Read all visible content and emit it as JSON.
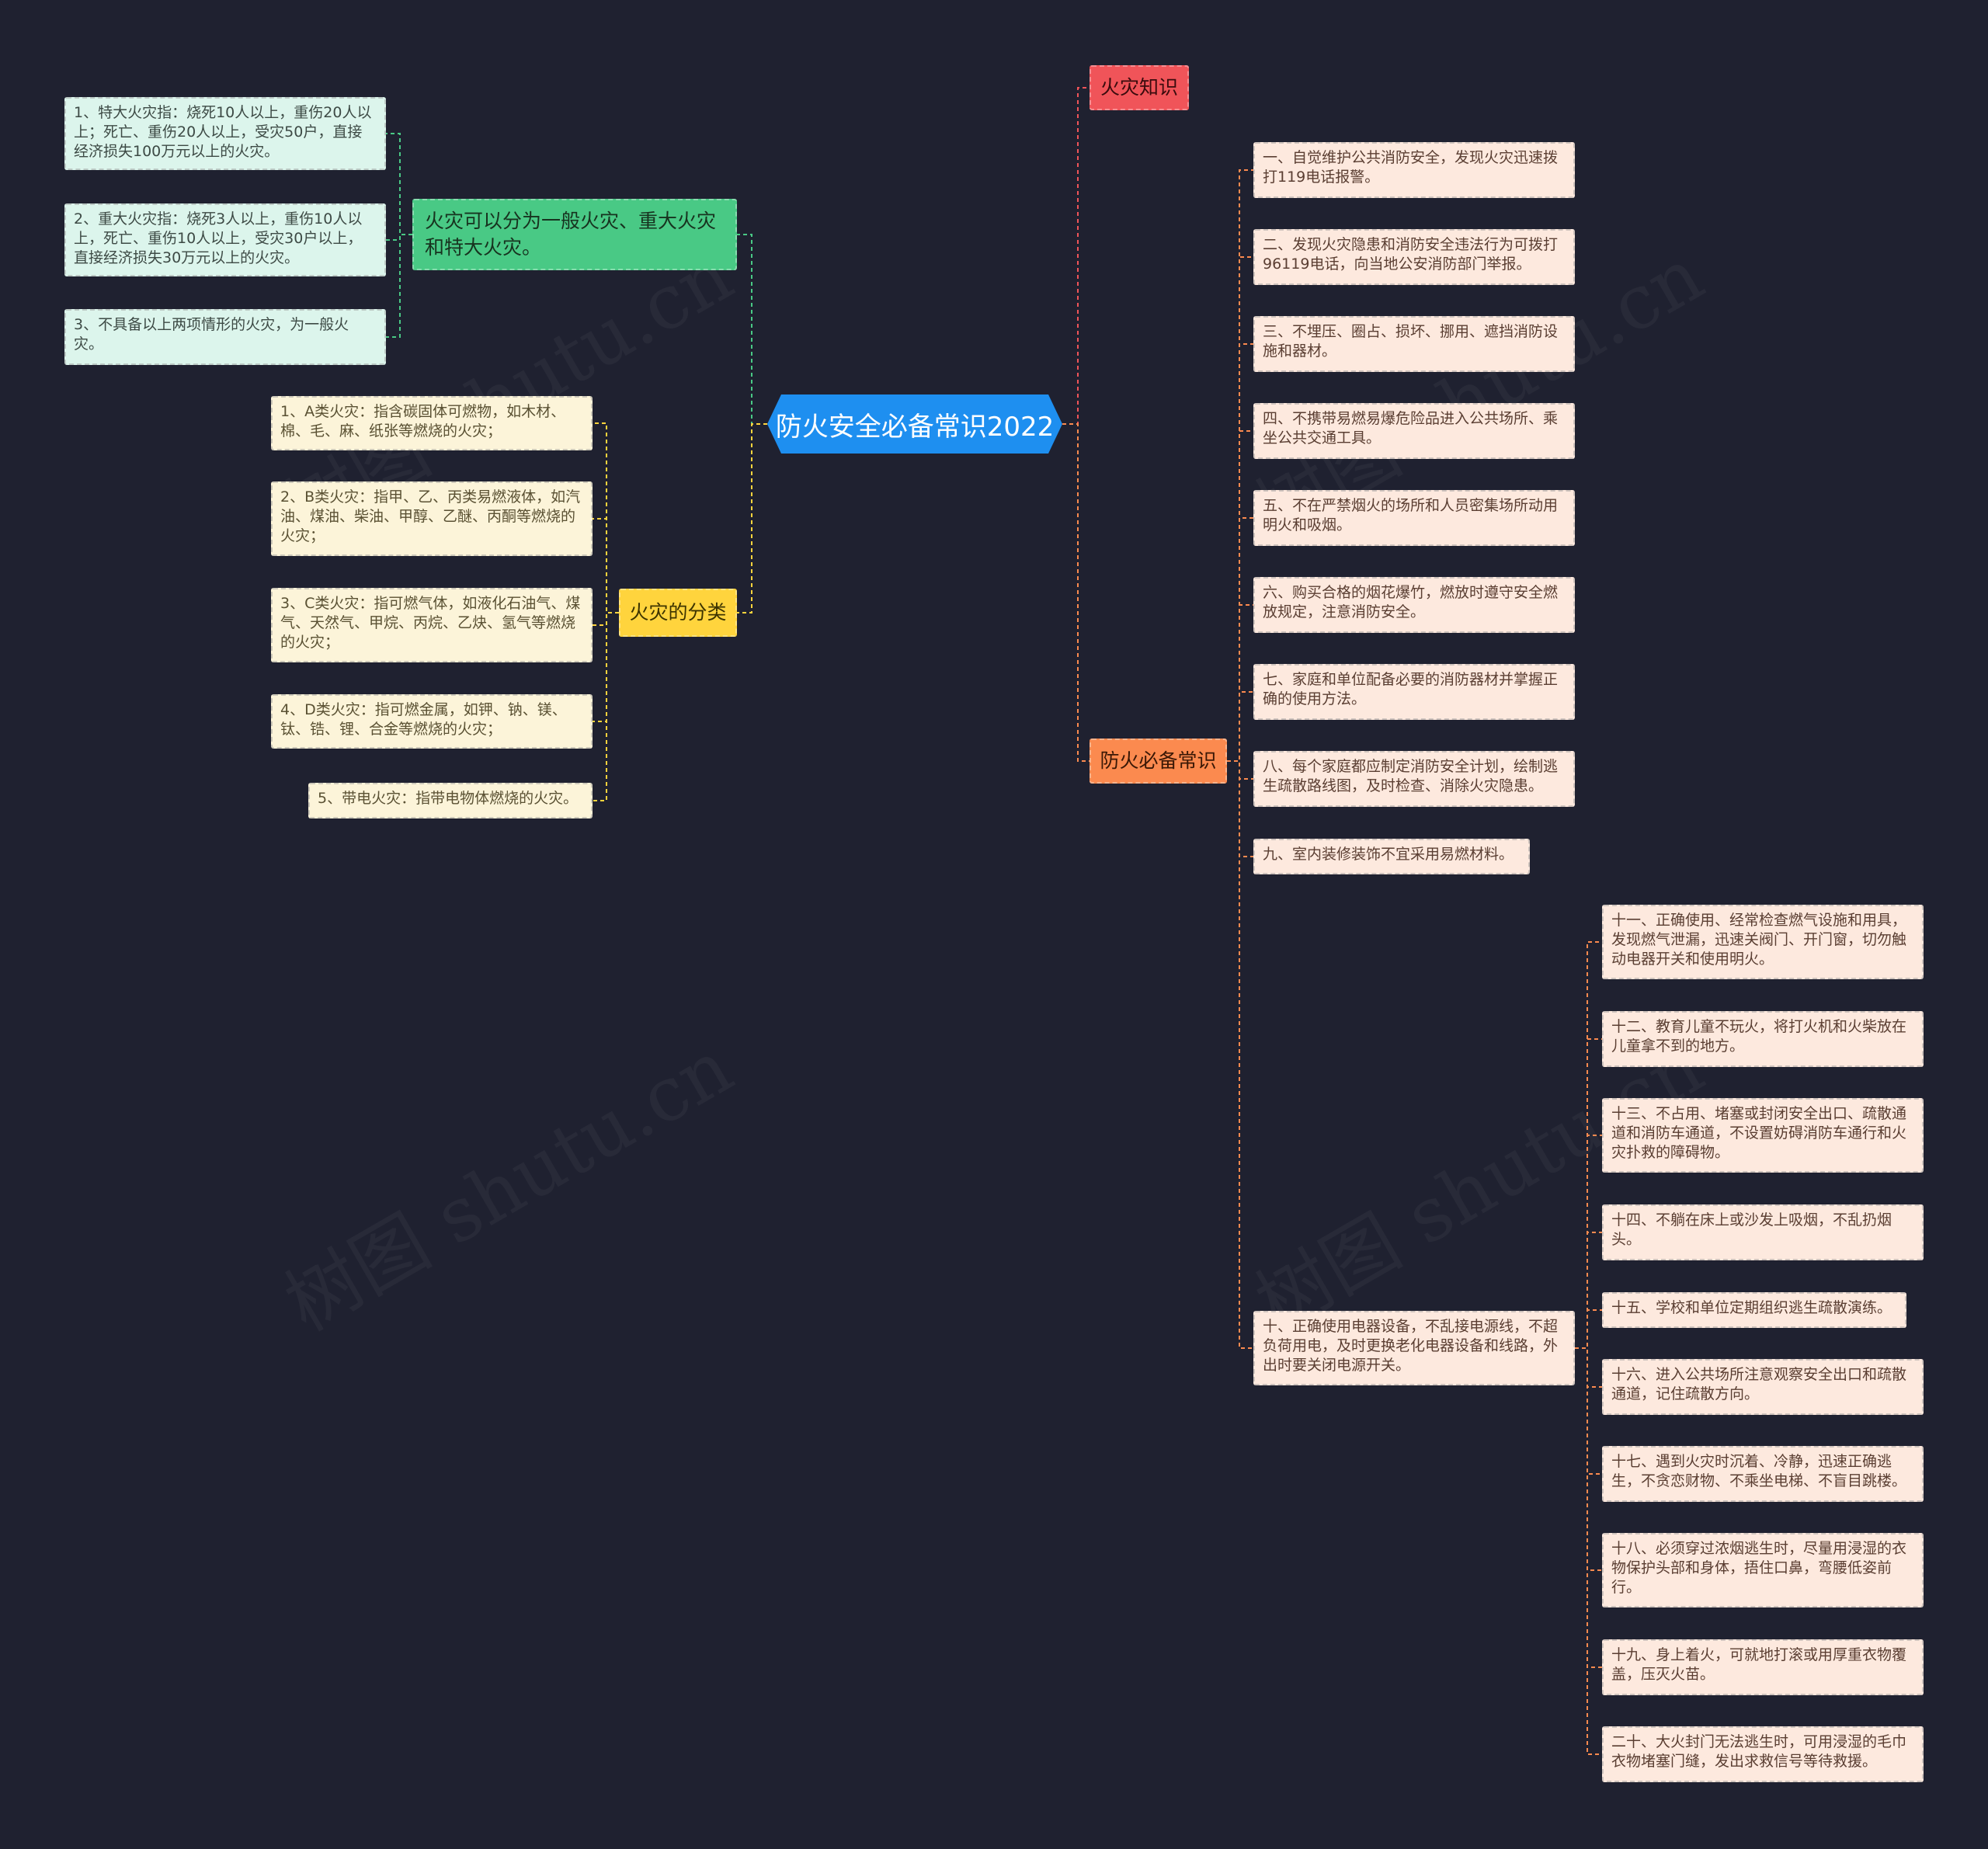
{
  "root": {
    "label": "防火安全必备常识2022"
  },
  "branches": {
    "types": {
      "label": "火灾可以分为一般火灾、重大火灾和特大火灾。"
    },
    "classes": {
      "label": "火灾的分类"
    },
    "knowledge": {
      "label": "火灾知识"
    },
    "commonsense": {
      "label": "防火必备常识"
    }
  },
  "types_items": [
    "1、特大火灾指：烧死10人以上，重伤20人以上；死亡、重伤20人以上，受灾50户，直接经济损失100万元以上的火灾。",
    "2、重大火灾指：烧死3人以上，重伤10人以上，死亡、重伤10人以上，受灾30户以上，直接经济损失30万元以上的火灾。",
    "3、不具备以上两项情形的火灾，为一般火灾。"
  ],
  "class_items": [
    "1、A类火灾：指含碳固体可燃物，如木材、棉、毛、麻、纸张等燃烧的火灾；",
    "2、B类火灾：指甲、乙、丙类易燃液体，如汽油、煤油、柴油、甲醇、乙醚、丙酮等燃烧的火灾；",
    "3、C类火灾：指可燃气体，如液化石油气、煤气、天然气、甲烷、丙烷、乙炔、氢气等燃烧的火灾；",
    "4、D类火灾：指可燃金属，如钾、钠、镁、钛、锆、锂、合金等燃烧的火灾；",
    "5、带电火灾：指带电物体燃烧的火灾。"
  ],
  "common_items": [
    "一、自觉维护公共消防安全，发现火灾迅速拨打119电话报警。",
    "二、发现火灾隐患和消防安全违法行为可拨打96119电话，向当地公安消防部门举报。",
    "三、不埋压、圈占、损坏、挪用、遮挡消防设施和器材。",
    "四、不携带易燃易爆危险品进入公共场所、乘坐公共交通工具。",
    "五、不在严禁烟火的场所和人员密集场所动用明火和吸烟。",
    "六、购买合格的烟花爆竹，燃放时遵守安全燃放规定，注意消防安全。",
    "七、家庭和单位配备必要的消防器材并掌握正确的使用方法。",
    "八、每个家庭都应制定消防安全计划，绘制逃生疏散路线图，及时检查、消除火灾隐患。",
    "九、室内装修装饰不宜采用易燃材料。",
    "十、正确使用电器设备，不乱接电源线，不超负荷用电，及时更换老化电器设备和线路，外出时要关闭电源开关。"
  ],
  "sub_items": [
    "十一、正确使用、经常检查燃气设施和用具，发现燃气泄漏，迅速关阀门、开门窗，切勿触动电器开关和使用明火。",
    "十二、教育儿童不玩火，将打火机和火柴放在儿童拿不到的地方。",
    "十三、不占用、堵塞或封闭安全出口、疏散通道和消防车通道，不设置妨碍消防车通行和火灾扑救的障碍物。",
    "十四、不躺在床上或沙发上吸烟，不乱扔烟头。",
    "十五、学校和单位定期组织逃生疏散演练。",
    "十六、进入公共场所注意观察安全出口和疏散通道，记住疏散方向。",
    "十七、遇到火灾时沉着、冷静，迅速正确逃生，不贪恋财物、不乘坐电梯、不盲目跳楼。",
    "十八、必须穿过浓烟逃生时，尽量用浸湿的衣物保护头部和身体，捂住口鼻，弯腰低姿前行。",
    "十九、身上着火，可就地打滚或用厚重衣物覆盖，压灭火苗。",
    "二十、大火封门无法逃生时，可用浸湿的毛巾衣物堵塞门缝，发出求救信号等待救援。"
  ],
  "watermark": "树图 shutu.cn",
  "colors": {
    "background": "#1f2130",
    "root": "#1e8ff0",
    "green": "#49c985",
    "yellow": "#ffd43d",
    "red": "#f05459",
    "orange": "#fb8a4f"
  }
}
